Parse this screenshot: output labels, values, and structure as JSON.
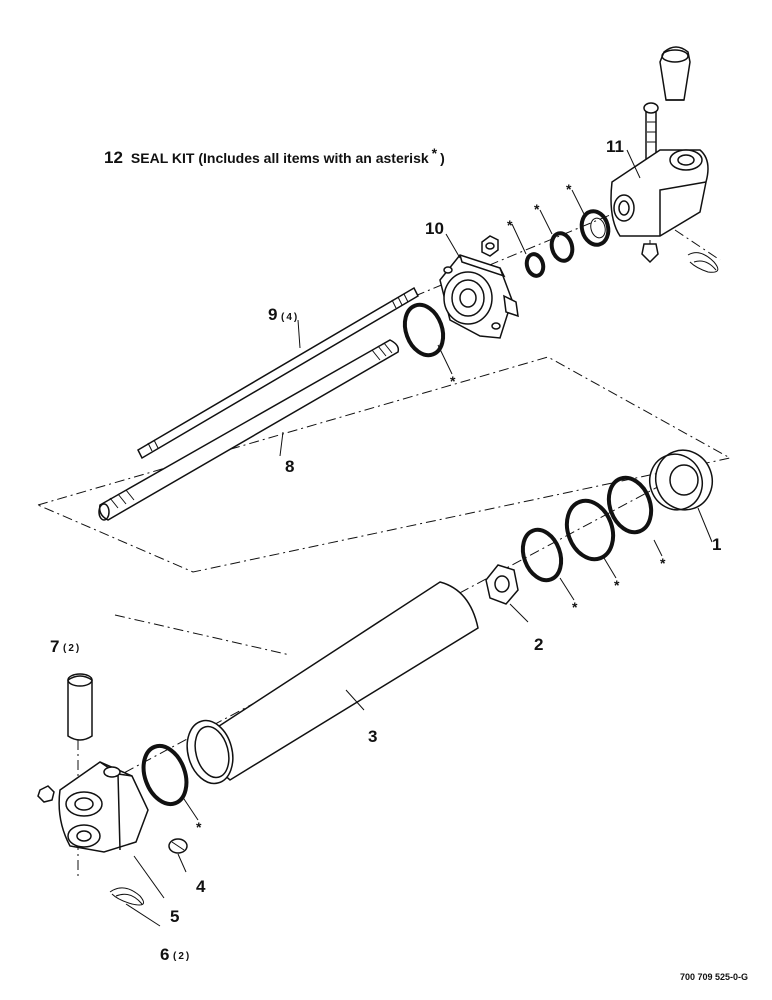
{
  "title": {
    "number": "12",
    "text": "SEAL KIT  (Includes all items with an asterisk",
    "asterisk": "*",
    "close": ")"
  },
  "asterisk": "*",
  "callouts": {
    "p1": {
      "num": "1",
      "qty": ""
    },
    "p2": {
      "num": "2",
      "qty": ""
    },
    "p3": {
      "num": "3",
      "qty": ""
    },
    "p4": {
      "num": "4",
      "qty": ""
    },
    "p5": {
      "num": "5",
      "qty": ""
    },
    "p6": {
      "num": "6",
      "qty": "(2)"
    },
    "p7": {
      "num": "7",
      "qty": "(2)"
    },
    "p8": {
      "num": "8",
      "qty": ""
    },
    "p9": {
      "num": "9",
      "qty": "(4)"
    },
    "p10": {
      "num": "10",
      "qty": ""
    },
    "p11": {
      "num": "11",
      "qty": ""
    }
  },
  "part_number": "700 709 525-0-G"
}
